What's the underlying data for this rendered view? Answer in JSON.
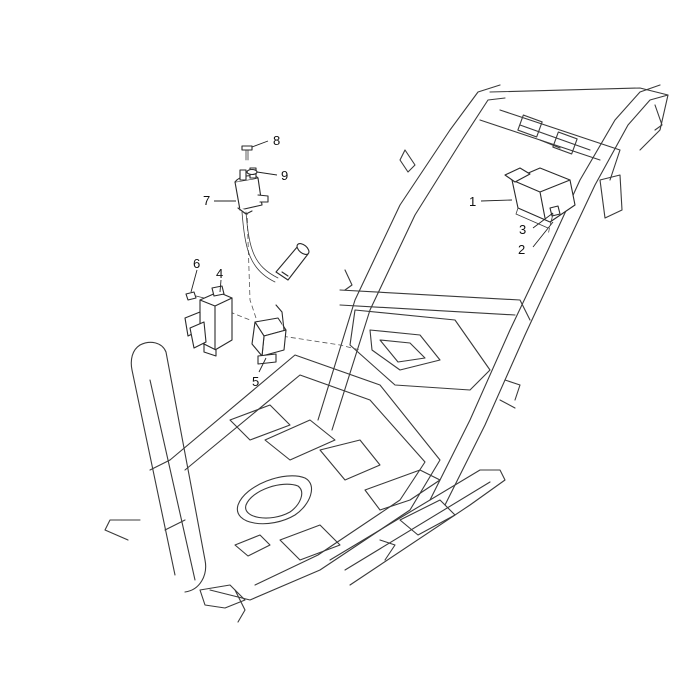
{
  "callouts": [
    {
      "key": "c1",
      "label": "1"
    },
    {
      "key": "c2",
      "label": "2"
    },
    {
      "key": "c3",
      "label": "3"
    },
    {
      "key": "c4",
      "label": "4"
    },
    {
      "key": "c5",
      "label": "5"
    },
    {
      "key": "c6",
      "label": "6"
    },
    {
      "key": "c7",
      "label": "7"
    },
    {
      "key": "c8",
      "label": "8"
    },
    {
      "key": "c9",
      "label": "9"
    }
  ],
  "colors": {
    "line": "#2a2a2a",
    "background": "#ffffff"
  }
}
